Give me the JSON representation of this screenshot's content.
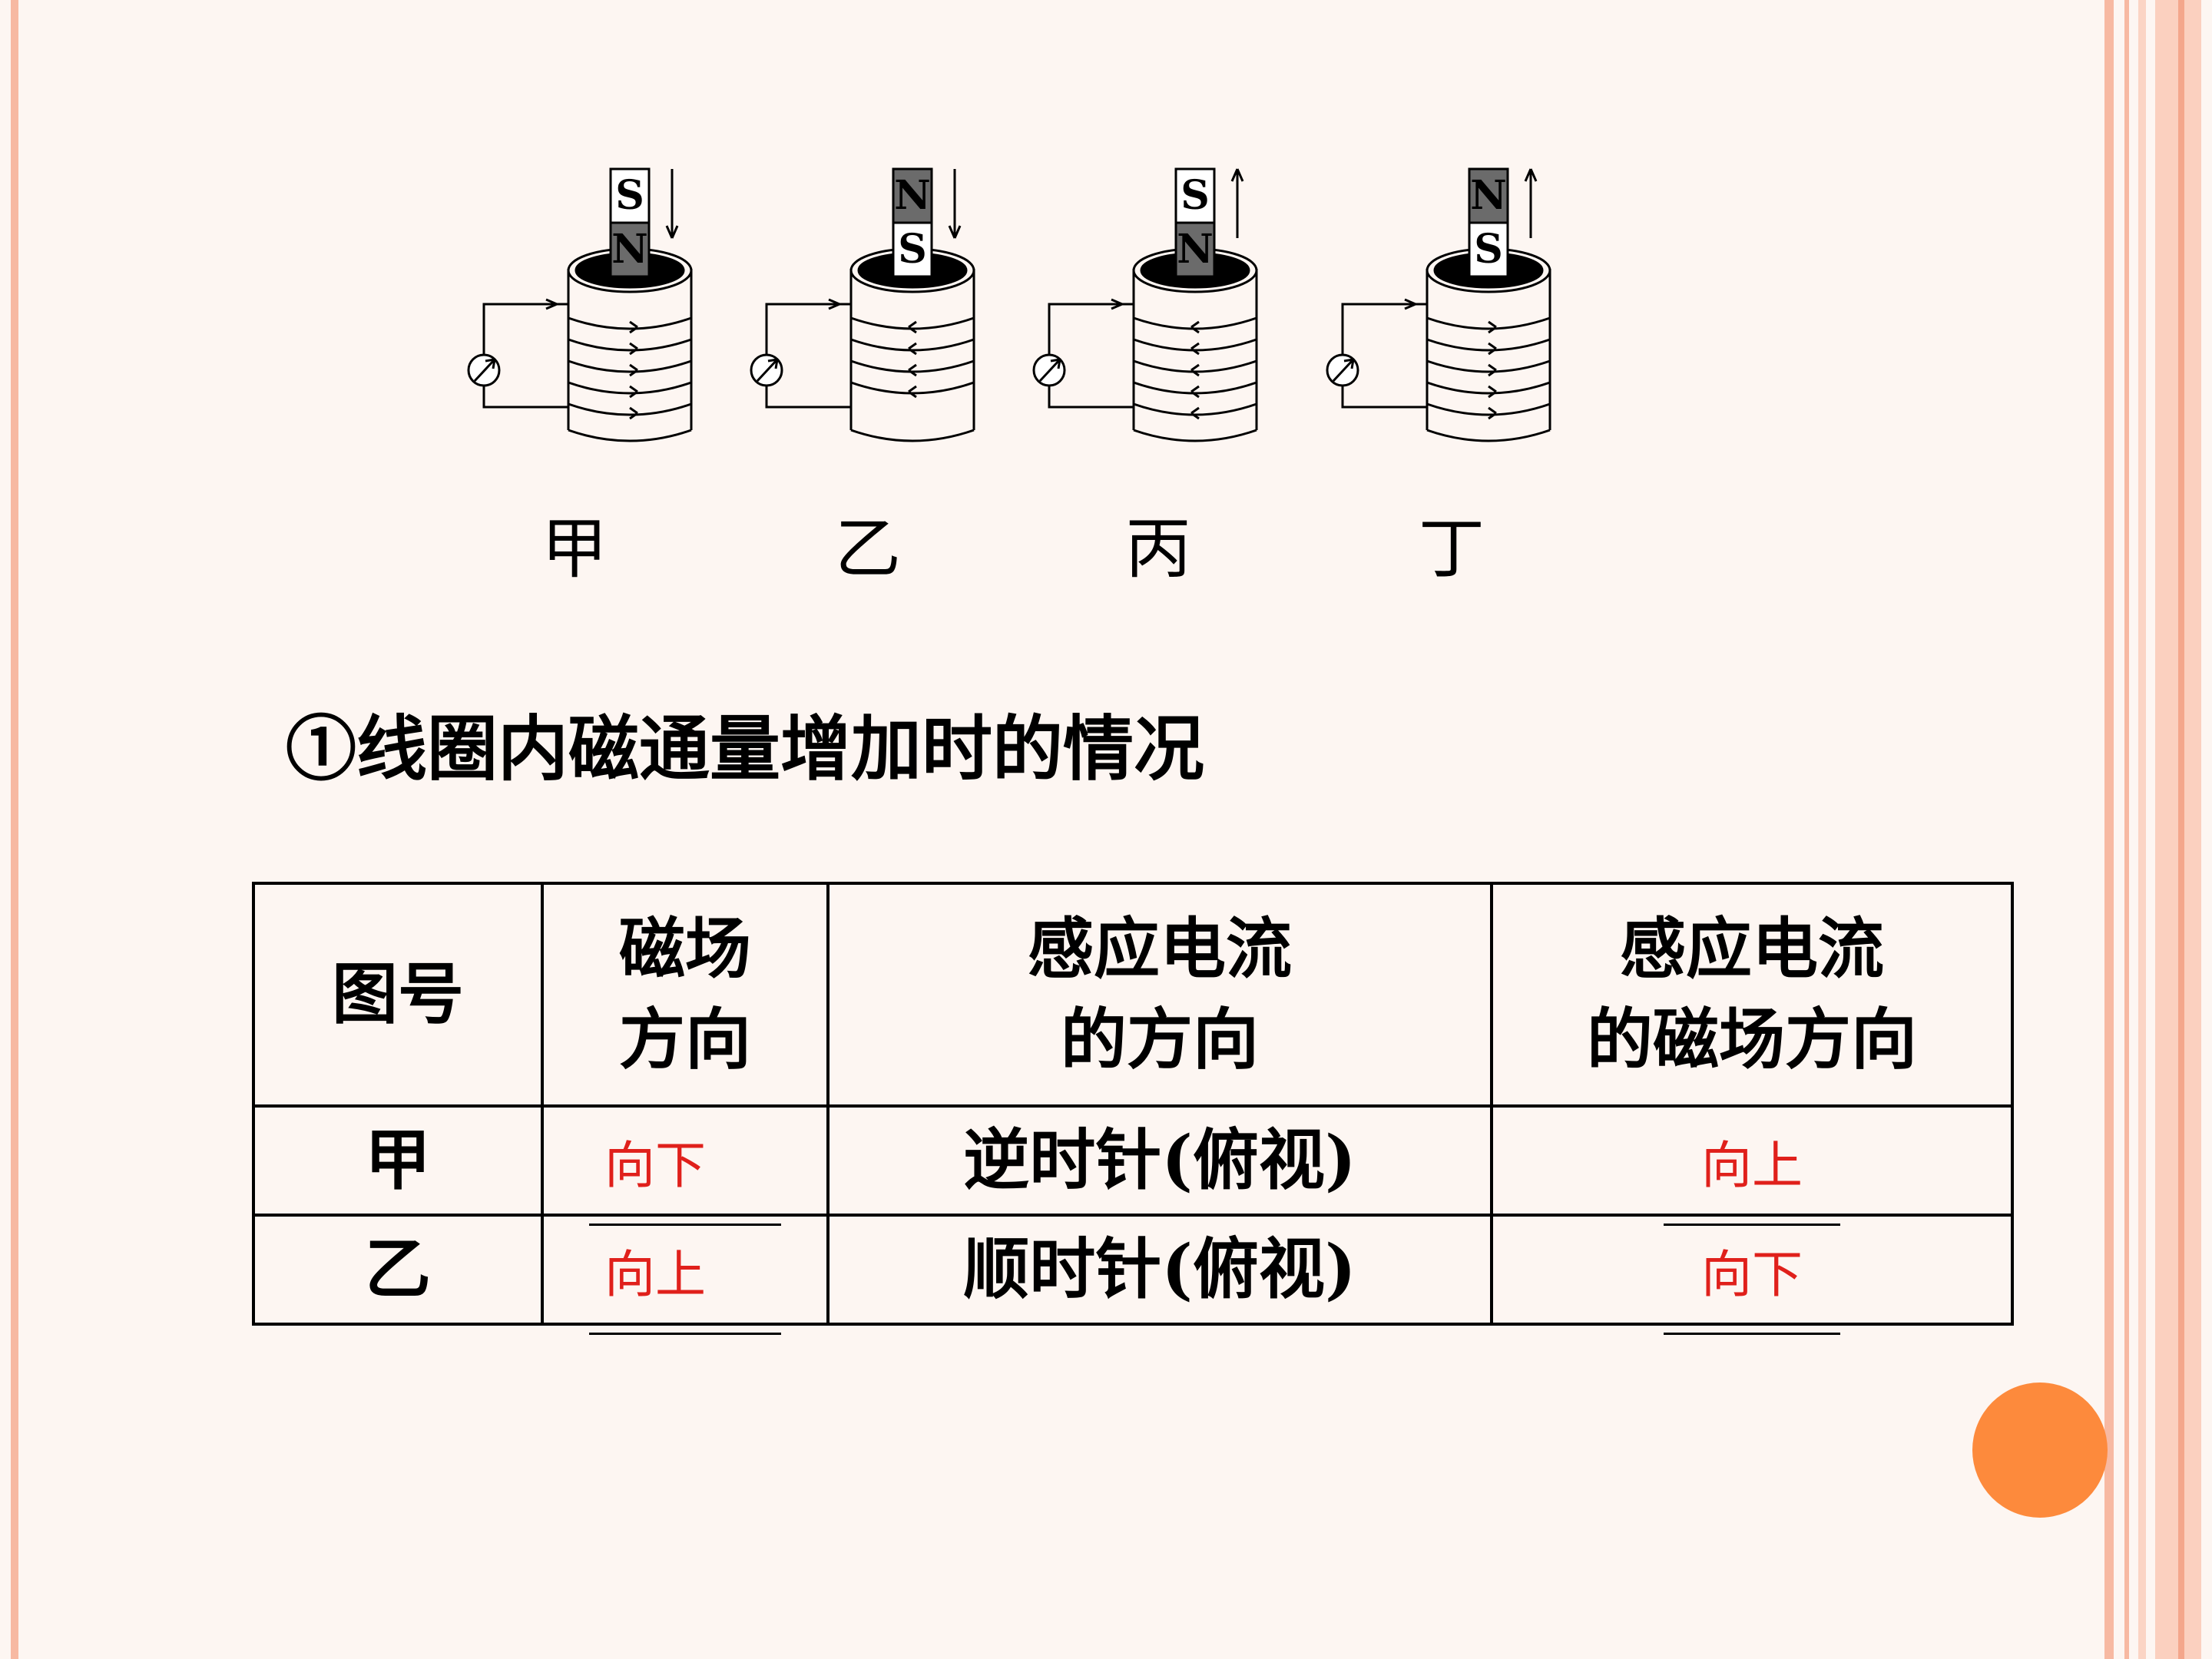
{
  "figures": [
    {
      "label": "甲",
      "magnet_top": "S",
      "magnet_bottom": "N",
      "motion": "down"
    },
    {
      "label": "乙",
      "magnet_top": "N",
      "magnet_bottom": "S",
      "motion": "down"
    },
    {
      "label": "丙",
      "magnet_top": "S",
      "magnet_bottom": "N",
      "motion": "up"
    },
    {
      "label": "丁",
      "magnet_top": "N",
      "magnet_bottom": "S",
      "motion": "up"
    }
  ],
  "heading": "①线圈内磁通量增加时的情况",
  "table": {
    "headers": {
      "col1": "图号",
      "col2_line1": "磁场",
      "col2_line2": "方向",
      "col3_line1": "感应电流",
      "col3_line2": "的方向",
      "col4_line1": "感应电流",
      "col4_line2": "的磁场方向"
    },
    "rows": [
      {
        "label": "甲",
        "field_dir": "向下",
        "current_dir": "逆时针(俯视)",
        "induced_field_dir": "向上"
      },
      {
        "label": "乙",
        "field_dir": "向上",
        "current_dir": "顺时针(俯视)",
        "induced_field_dir": "向下"
      }
    ]
  },
  "colors": {
    "background": "#fdf6f2",
    "answer": "#e0201b",
    "accent_dot": "#fd8a3c",
    "border_stripe": "#f7b9a2",
    "magnet_north": "#6b6b6b"
  }
}
